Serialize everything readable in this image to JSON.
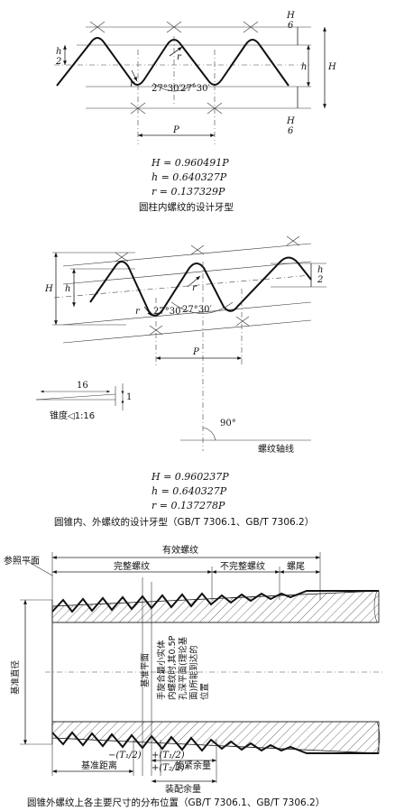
{
  "figure1": {
    "labels": {
      "h_half": "h",
      "h_half_den": "2",
      "H6_top": "H",
      "H6_top_den": "6",
      "H6_bot": "H",
      "H6_bot_den": "6",
      "h": "h",
      "H": "H",
      "r1": "r",
      "r2": "r",
      "angle1": "27°30′",
      "angle2": "27°30′",
      "P": "P"
    },
    "formulas": [
      "H = 0.960491P",
      "h = 0.640327P",
      "r = 0.137329P"
    ],
    "caption": "圆柱内螺纹的设计牙型"
  },
  "figure2": {
    "labels": {
      "H": "H",
      "h": "h",
      "h_half": "h",
      "h_half_den": "2",
      "r1": "r",
      "r2": "r",
      "angle1": "27°30′",
      "angle2": "27°30′",
      "P": "P",
      "taper_len": "16",
      "taper_rise": "1",
      "taper_label": "锥度◁1:16",
      "angle90": "90°",
      "axis_label": "螺纹轴线"
    },
    "formulas": [
      "H = 0.960237P",
      "h = 0.640327P",
      "r = 0.137278P"
    ],
    "caption": "圆锥内、外螺纹的设计牙型（GB/T 7306.1、GB/T 7306.2）"
  },
  "figure3": {
    "labels": {
      "effective_thread": "有效螺纹",
      "ref_plane": "参照平面",
      "complete_thread": "完整螺纹",
      "incomplete_thread": "不完整螺纹",
      "thread_runout": "螺尾",
      "datum_diameter": "基准直径",
      "datum_plane": "基准平面",
      "note_line1": "手旋合最小实体",
      "note_line2": "内螺纹时,其0.5P",
      "note_line3": "孔深平面(理论基",
      "note_line4": "面)所能到达的",
      "note_line5": "位置",
      "tol1": "−(T₁/2)",
      "tol2": "+(T₁/2)",
      "tol3": "+(T₂/2)",
      "datum_distance": "基准距离",
      "tightening_allowance": "旋紧余量",
      "assembly_allowance": "装配余量"
    },
    "caption": "圆锥外螺纹上各主要尺寸的分布位置（GB/T 7306.1、GB/T 7306.2）"
  }
}
